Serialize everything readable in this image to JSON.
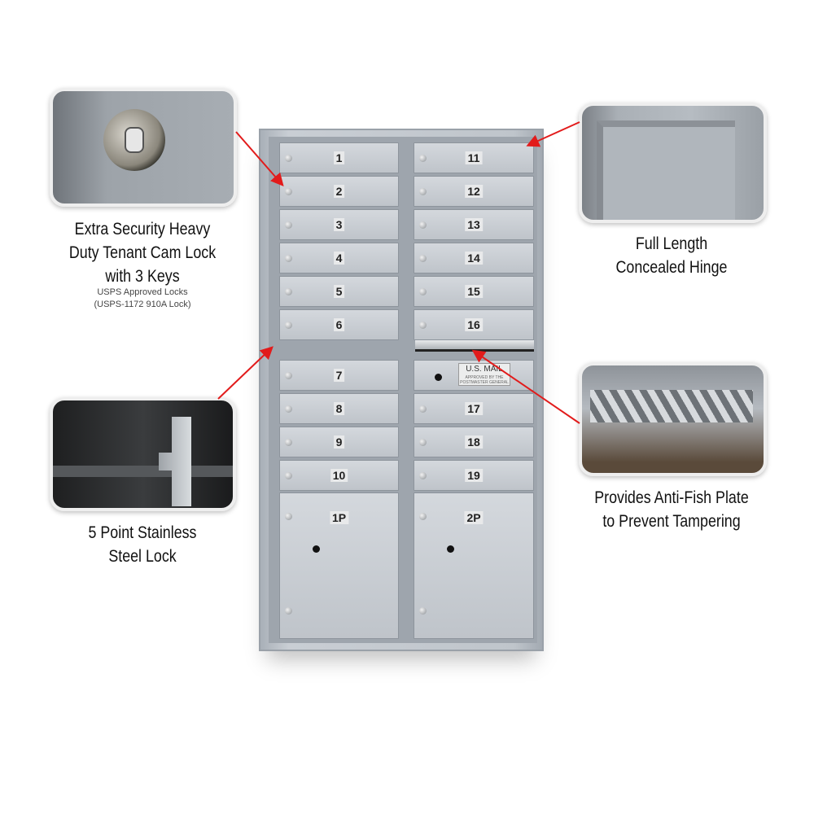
{
  "mailbox": {
    "left_column": [
      {
        "label": "1"
      },
      {
        "label": "2"
      },
      {
        "label": "3"
      },
      {
        "label": "4"
      },
      {
        "label": "5"
      },
      {
        "label": "6"
      },
      {
        "label": "7"
      },
      {
        "label": "8"
      },
      {
        "label": "9"
      },
      {
        "label": "10"
      }
    ],
    "right_column": [
      {
        "label": "11"
      },
      {
        "label": "12"
      },
      {
        "label": "13"
      },
      {
        "label": "14"
      },
      {
        "label": "15"
      },
      {
        "label": "16"
      },
      {
        "label": "17"
      },
      {
        "label": "18"
      },
      {
        "label": "19"
      }
    ],
    "parcels": [
      {
        "label": "1P"
      },
      {
        "label": "2P"
      }
    ],
    "outgoing_plate": {
      "title": "U.S. MAIL",
      "fine_print": "APPROVED BY THE POSTMASTER GENERAL"
    }
  },
  "callouts": {
    "cam_lock": {
      "title_lines": [
        "Extra Security Heavy",
        "Duty Tenant Cam Lock",
        "with 3 Keys"
      ],
      "sub_lines": [
        "USPS Approved Locks",
        "(USPS-1172 910A Lock)"
      ]
    },
    "hinge": {
      "title_lines": [
        "Full Length",
        "Concealed Hinge"
      ]
    },
    "stainless_lock": {
      "title_lines": [
        "5 Point Stainless",
        "Steel Lock"
      ]
    },
    "anti_fish": {
      "title_lines": [
        "Provides Anti-Fish Plate",
        "to Prevent Tampering"
      ]
    }
  },
  "colors": {
    "arrow": "#e21b1b",
    "cabinet": "#c3c8ce"
  }
}
